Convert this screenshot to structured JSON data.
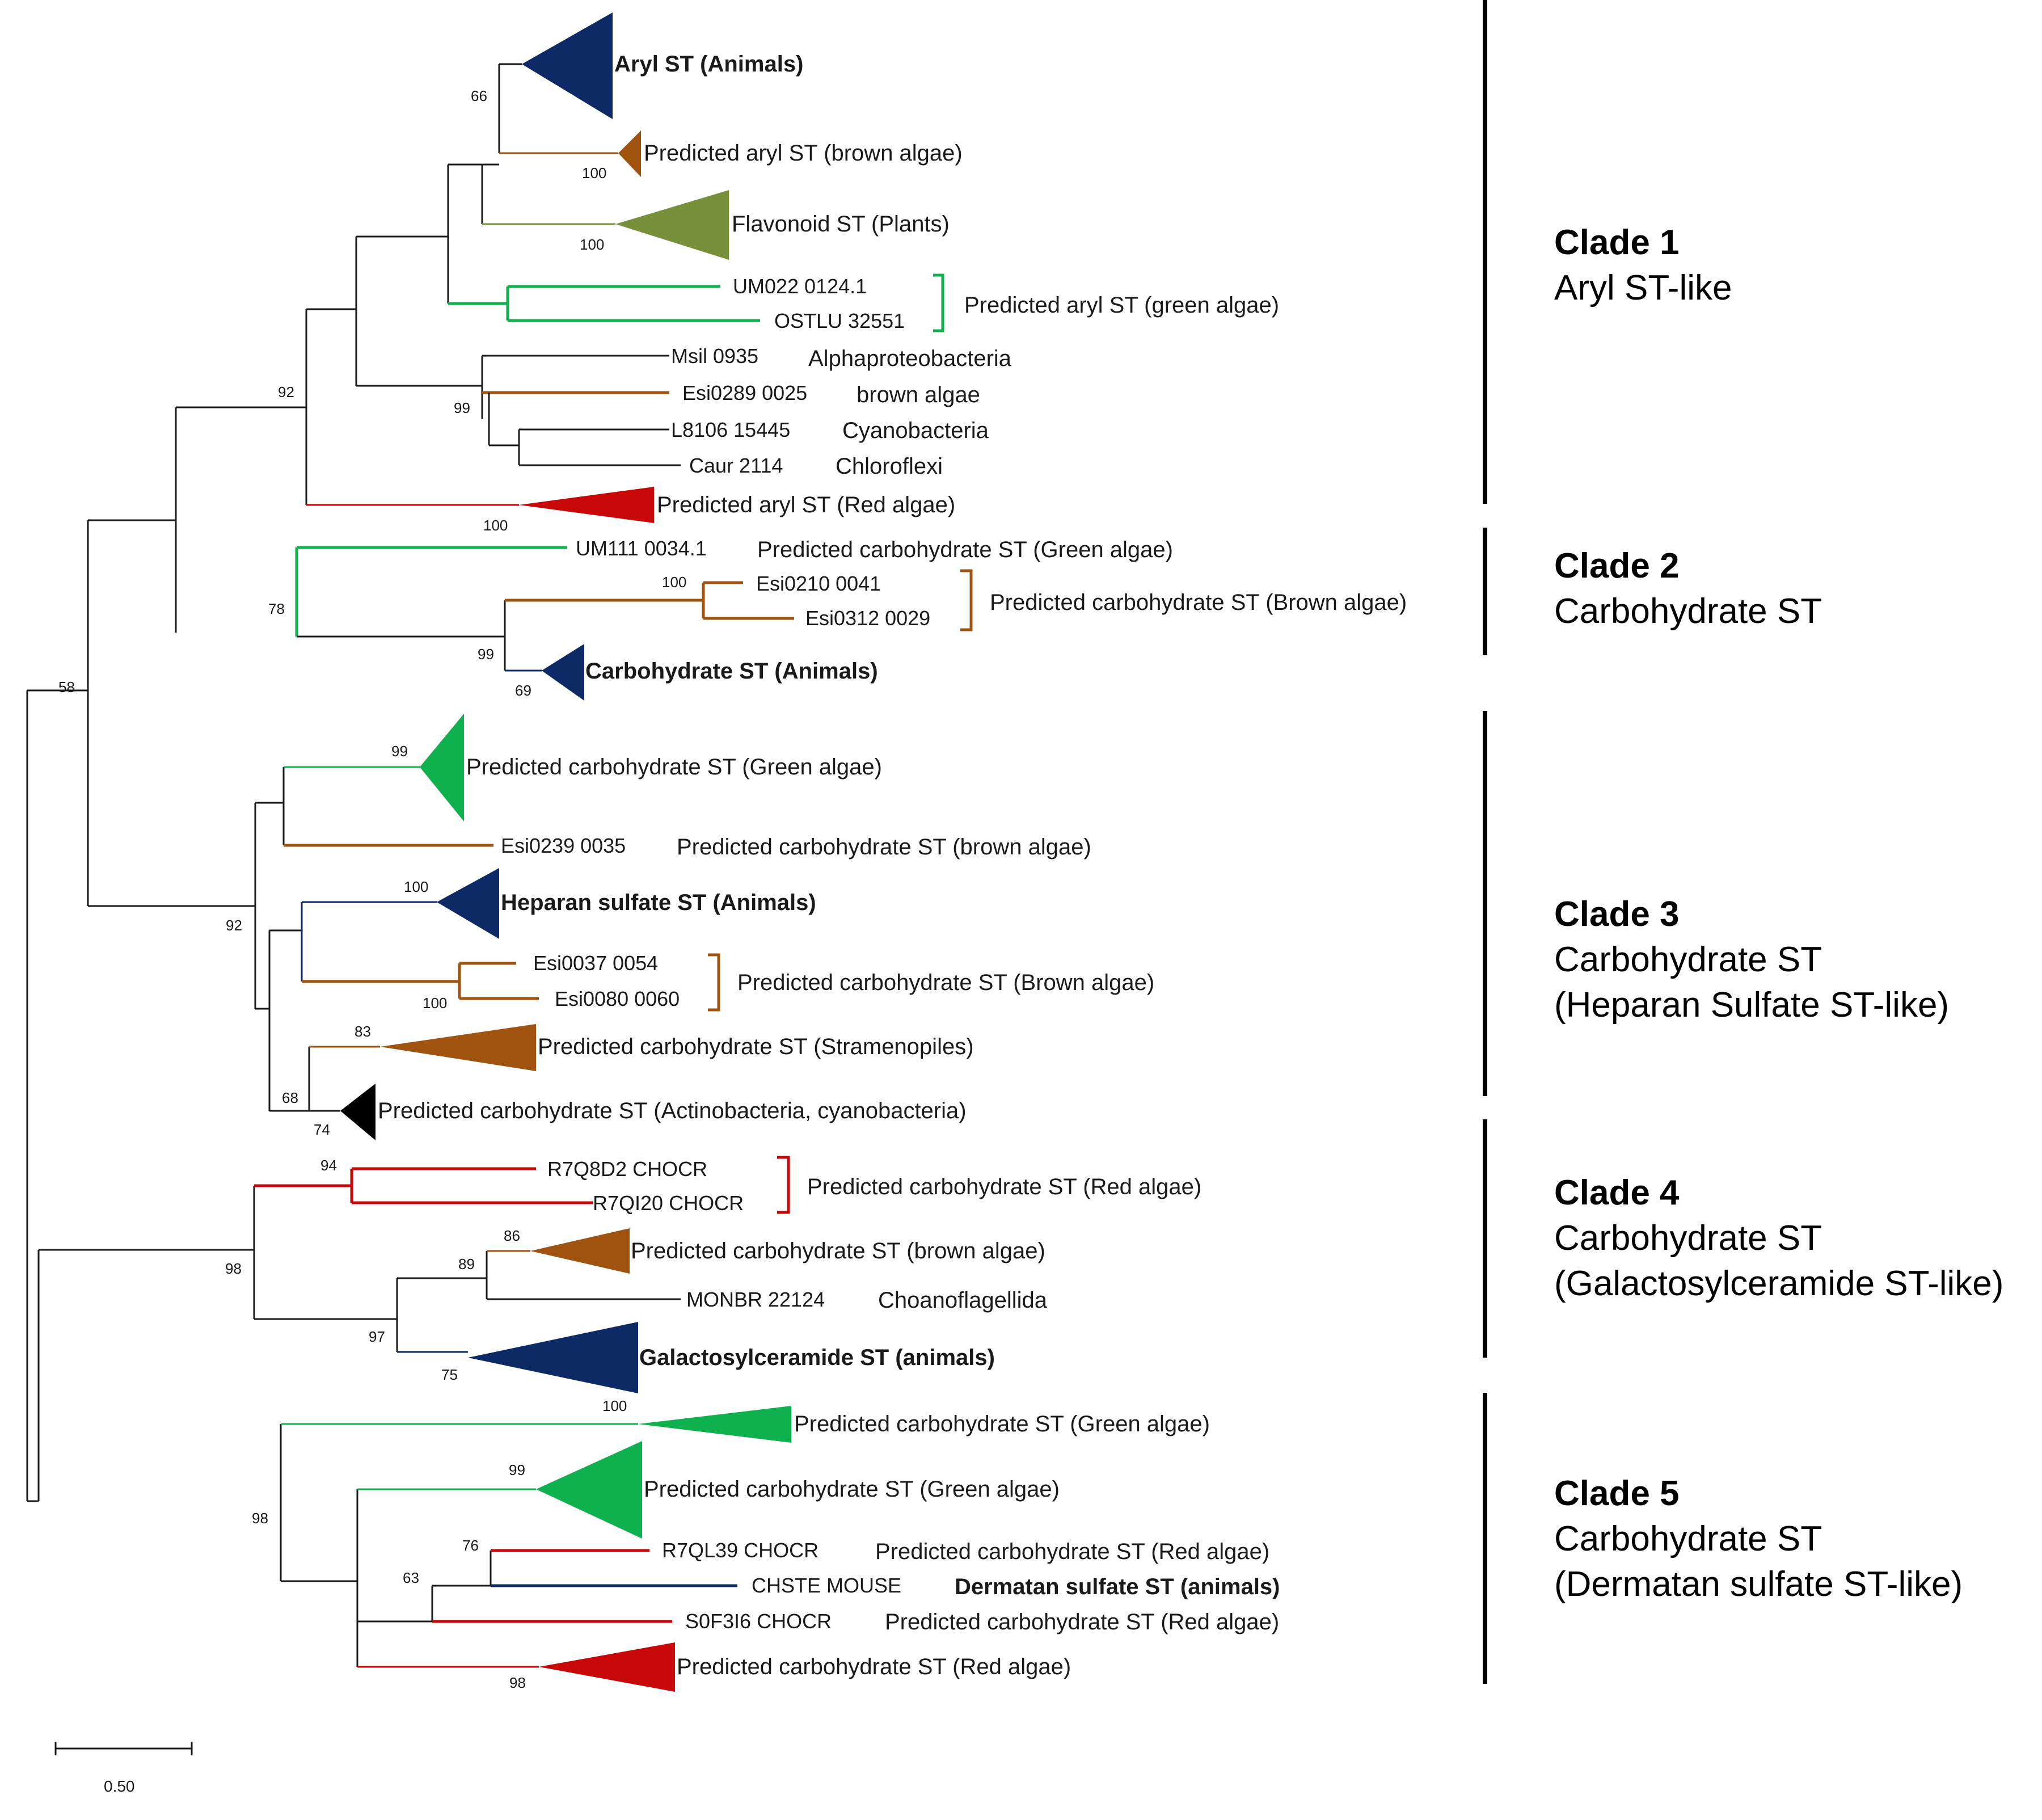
{
  "colors": {
    "black": "#1a1a1a",
    "navy": "#0e2a66",
    "brown": "#a0520f",
    "olive": "#77903a",
    "green": "#0fb14e",
    "red": "#c80808"
  },
  "labels": {
    "aryl_animals": "Aryl ST (Animals)",
    "aryl_brown": "Predicted aryl ST (brown algae)",
    "flavonoid": "Flavonoid ST (Plants)",
    "aryl_green": "Predicted aryl ST (green algae)",
    "alphaproteo": "Alphaproteobacteria",
    "brown_algae": "brown algae",
    "cyanobacteria": "Cyanobacteria",
    "chloroflexi": "Chloroflexi",
    "aryl_red": "Predicted aryl ST (Red algae)",
    "c2_green": "Predicted carbohydrate ST (Green algae)",
    "c2_brown": "Predicted carbohydrate ST (Brown algae)",
    "c2_animals": "Carbohydrate ST (Animals)",
    "c3_green": "Predicted carbohydrate ST (Green algae)",
    "c3_brown": "Predicted carbohydrate ST (brown algae)",
    "c3_heparan": "Heparan sulfate ST (Animals)",
    "c3_brown2": "Predicted carbohydrate ST (Brown algae)",
    "c3_strameno": "Predicted carbohydrate ST (Stramenopiles)",
    "c3_actino": "Predicted carbohydrate ST (Actinobacteria, cyanobacteria)",
    "c4_red": "Predicted carbohydrate ST (Red algae)",
    "c4_brown": "Predicted carbohydrate ST (brown algae)",
    "c4_choano": "Choanoflagellida",
    "c4_galacto": "Galactosylceramide ST (animals)",
    "c5_green1": "Predicted carbohydrate ST (Green algae)",
    "c5_green2": "Predicted carbohydrate ST (Green algae)",
    "c5_red1": "Predicted carbohydrate ST (Red algae)",
    "c5_dermatan": "Dermatan sulfate ST (animals)",
    "c5_red2": "Predicted carbohydrate ST (Red algae)",
    "c5_red3": "Predicted carbohydrate ST (Red algae)"
  },
  "tips": {
    "um022": "UM022 0124.1",
    "ostlu": "OSTLU 32551",
    "msil": "Msil 0935",
    "esi0289": "Esi0289 0025",
    "l8106": "L8106 15445",
    "caur": "Caur 2114",
    "um111": "UM111 0034.1",
    "esi0210": "Esi0210 0041",
    "esi0312": "Esi0312 0029",
    "esi0239": "Esi0239 0035",
    "esi0037": "Esi0037 0054",
    "esi0080": "Esi0080 0060",
    "r7q8d2": "R7Q8D2 CHOCR",
    "r7qi20": "R7QI20 CHOCR",
    "monbr": "MONBR 22124",
    "r7ql39": "R7QL39 CHOCR",
    "chste": "CHSTE MOUSE",
    "s0f3i6": "S0F3I6 CHOCR"
  },
  "bootstrap": {
    "b66": "66",
    "b100a": "100",
    "b100b": "100",
    "b99a": "99",
    "b92a": "92",
    "b100c": "100",
    "b58": "58",
    "b78": "78",
    "b100d": "100",
    "b99b": "99",
    "b69": "69",
    "b99c": "99",
    "b100e": "100",
    "b92b": "92",
    "b100f": "100",
    "b83": "83",
    "b68": "68",
    "b74": "74",
    "b94": "94",
    "b98a": "98",
    "b86": "86",
    "b89": "89",
    "b97": "97",
    "b75": "75",
    "b100g": "100",
    "b99d": "99",
    "b98b": "98",
    "b76": "76",
    "b63": "63",
    "b98c": "98"
  },
  "clades": [
    {
      "title": "Clade 1",
      "subtitle": [
        "Aryl ST-like"
      ]
    },
    {
      "title": "Clade 2",
      "subtitle": [
        "Carbohydrate ST"
      ]
    },
    {
      "title": "Clade 3",
      "subtitle": [
        "Carbohydrate ST",
        "(Heparan Sulfate ST-like)"
      ]
    },
    {
      "title": "Clade 4",
      "subtitle": [
        "Carbohydrate ST",
        "(Galactosylceramide ST-like)"
      ]
    },
    {
      "title": "Clade 5",
      "subtitle": [
        "Carbohydrate ST",
        "(Dermatan sulfate ST-like)"
      ]
    }
  ],
  "scale": {
    "label": "0.50"
  }
}
